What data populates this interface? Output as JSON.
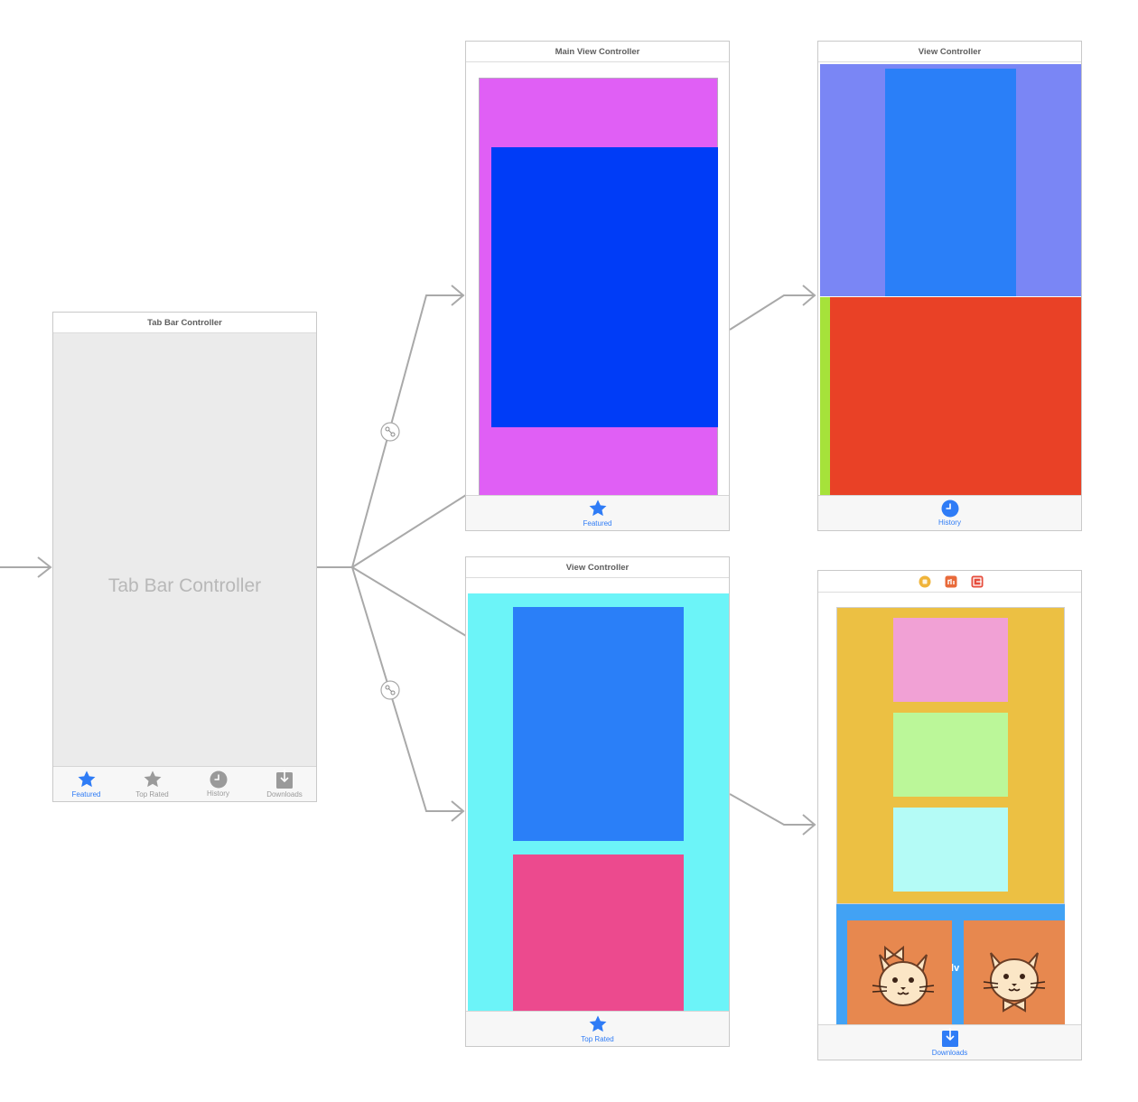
{
  "tab_bar_controller": {
    "title": "Tab Bar Controller",
    "placeholder": "Tab Bar Controller",
    "tabs": [
      {
        "label": "Featured",
        "icon": "star-icon",
        "selected": true
      },
      {
        "label": "Top Rated",
        "icon": "star-icon",
        "selected": false
      },
      {
        "label": "History",
        "icon": "clock-icon",
        "selected": false
      },
      {
        "label": "Downloads",
        "icon": "download-icon",
        "selected": false
      }
    ]
  },
  "main_view_controller": {
    "title": "Main View Controller",
    "tab_label": "Featured"
  },
  "history_view_controller": {
    "title": "View Controller",
    "tab_label": "History"
  },
  "top_rated_view_controller": {
    "title": "View Controller",
    "tab_label": "Top Rated"
  },
  "downloads_view_controller": {
    "title_icons": [
      "view-controller-icon",
      "first-responder-icon",
      "exit-icon"
    ],
    "tab_label": "Downloads",
    "partial_text": "llv"
  },
  "colors": {
    "tint": "#2f7cf6",
    "inactive": "#9a9a9a",
    "magenta": "#e05ff5",
    "deep_blue": "#003cf7",
    "periwinkle": "#7a86f5",
    "blue": "#2a7ff8",
    "red": "#e94126",
    "lime": "#a6e23a",
    "cyan": "#6cf4f8",
    "pink": "#ec4a8e",
    "yellow": "#ecc043",
    "light_pink": "#f1a1d5",
    "light_green": "#bbf799",
    "light_cyan": "#b4fbf6",
    "sky": "#42a2f4",
    "orange": "#e7884f"
  }
}
